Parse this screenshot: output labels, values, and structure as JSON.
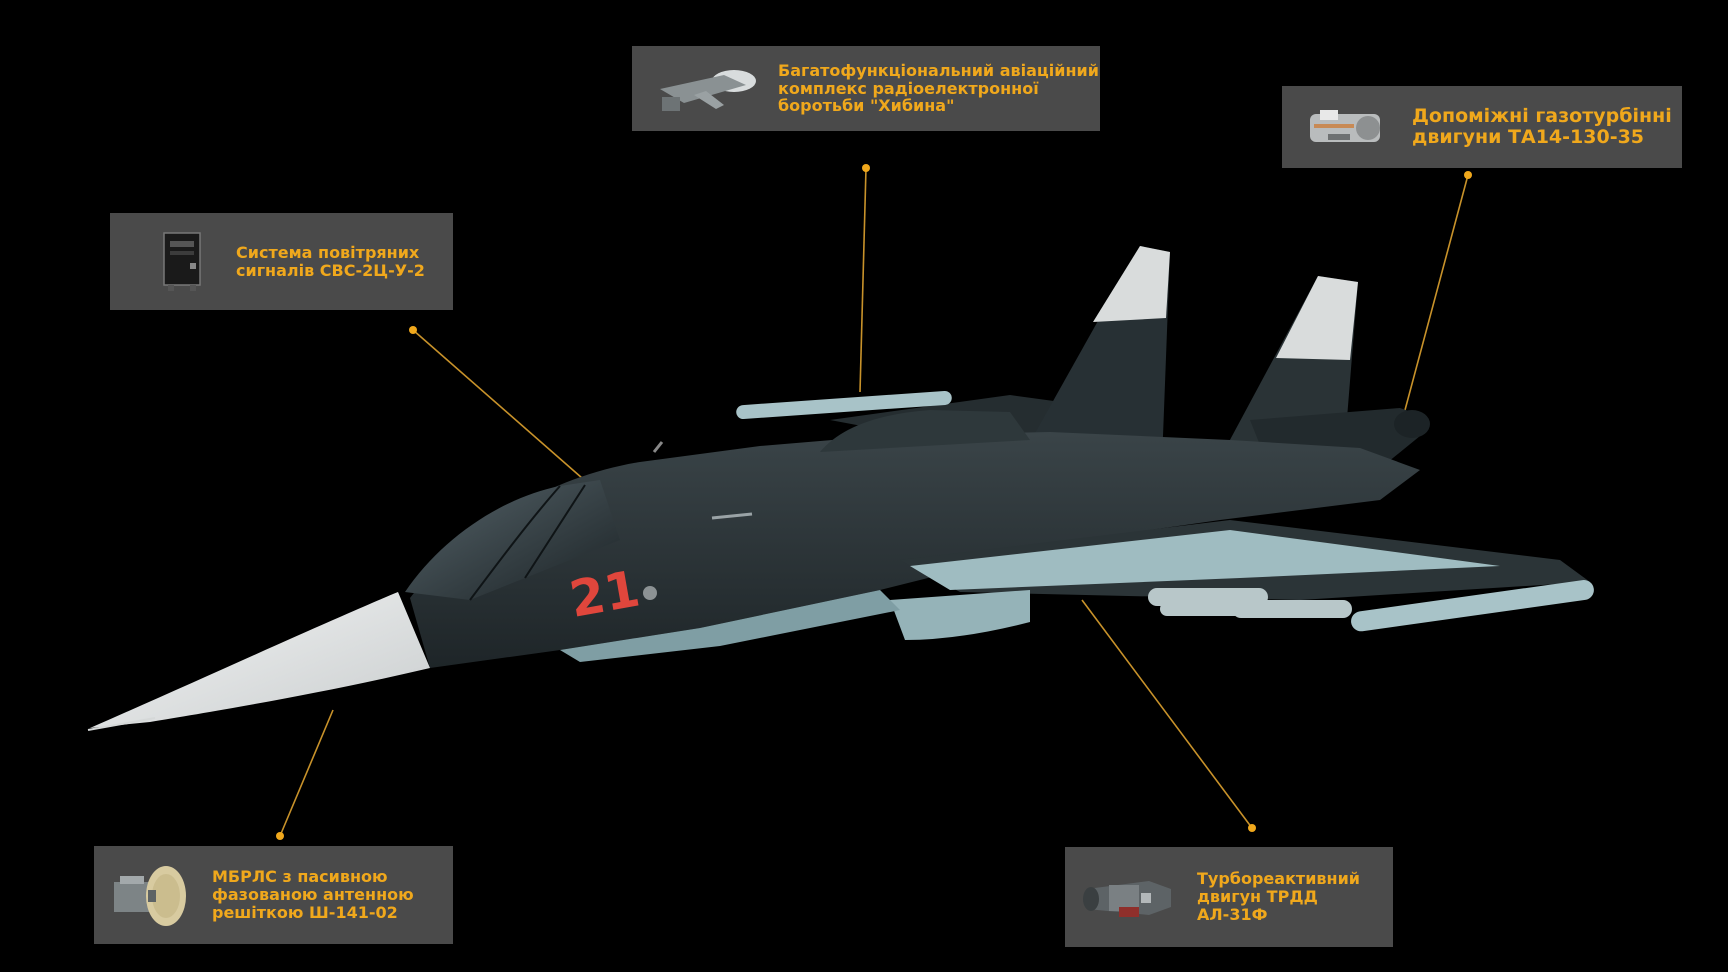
{
  "colors": {
    "background": "#000000",
    "panel": "#4a4a4a",
    "label_text": "#f0a81c",
    "leader_line": "#c8922a",
    "airframe": "#2c3437",
    "airframe_shadow": "#1f2629",
    "belly": "#a9c7cc",
    "radome": "#e6e8e8",
    "tail_tip": "#d9dcdc",
    "bort_number": "#e0463c"
  },
  "aircraft": {
    "bort_number": "21"
  },
  "callouts": {
    "air_data_system": {
      "icon": "air-data-unit-icon",
      "label": "Система повітряних\nсигналів СВС-2Ц-У-2"
    },
    "khibiny": {
      "icon": "ecm-pod-icon",
      "label": "Багатофункціональний авіаційний\nкомплекс радіоелектронної\nборотьби \"Хибина\""
    },
    "apu": {
      "icon": "gas-turbine-unit-icon",
      "label": "Допоміжні газотурбінні\nдвигуни ТА14-130-35"
    },
    "radar": {
      "icon": "radar-antenna-icon",
      "label": "МБРЛС з пасивною\nфазованою антенною\nрешіткою Ш-141-02"
    },
    "engine": {
      "icon": "turbojet-engine-icon",
      "label": "Турбореактивний\nдвигун ТРДД АЛ-31Ф"
    }
  }
}
